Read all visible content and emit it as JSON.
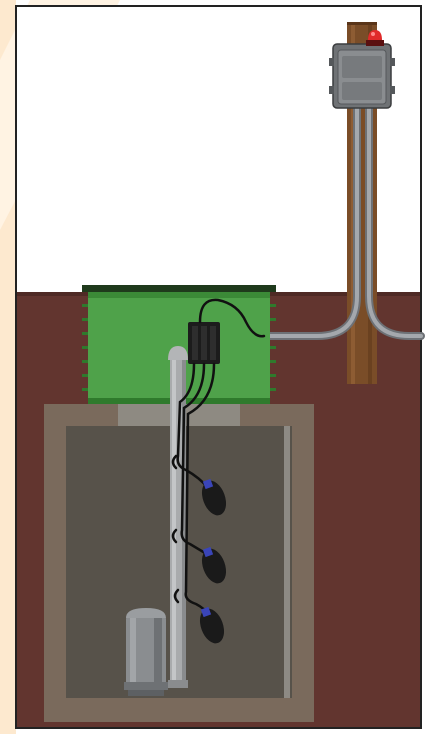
{
  "diagram": {
    "subject": "pump-basin-cross-section",
    "labels": [],
    "colors": {
      "sky": "#ffffff",
      "soil": "#62352f",
      "soil_dark": "#4f2a25",
      "vault": "#7a6a5c",
      "basin_interior": "#57524a",
      "lid_green": "#4fa24a",
      "lid_green_dark": "#2f7a2c",
      "lid_frame": "#1f3a1c",
      "post_wood": "#7a4d28",
      "conduit": "#8c9096",
      "panel_gray": "#7c7f82",
      "alarm_light": "#e02b2b",
      "float_black": "#1a1a1a",
      "float_cap": "#3a45b8",
      "pipe_gray": "#a9abad",
      "pump_gray": "#8a8d90",
      "side_accent": "#fde9cf",
      "frame_border": "#222222"
    },
    "components": [
      "control-panel",
      "alarm-light",
      "wooden-post",
      "electrical-conduit",
      "junction-box",
      "basin-lid",
      "discharge-pipe",
      "float-switch-high",
      "float-switch-mid",
      "float-switch-low",
      "submersible-pump"
    ]
  }
}
